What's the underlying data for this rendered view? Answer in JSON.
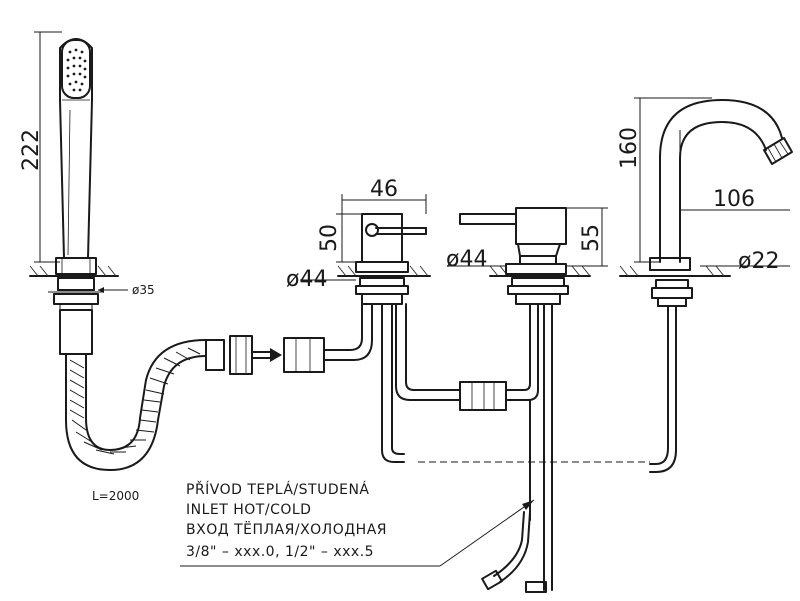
{
  "dimensions": {
    "shower_height": "222",
    "shower_diameter": "ø35",
    "hose_length": "L=2000",
    "valve_width": "46",
    "valve_height": "50",
    "valve_base_diameter": "ø44",
    "mixer_base_diameter": "ø44",
    "mixer_height": "55",
    "spout_height": "160",
    "spout_reach": "106",
    "spout_diameter": "ø22"
  },
  "inlet_note": {
    "line1": "PŘÍVOD TEPLÁ/STUDENÁ",
    "line2": "INLET HOT/COLD",
    "line3": "ВХОД ТЁПЛАЯ/ХОЛОДНАЯ",
    "line4": "3/8\" – xxx.0, 1/2\" – xxx.5"
  }
}
